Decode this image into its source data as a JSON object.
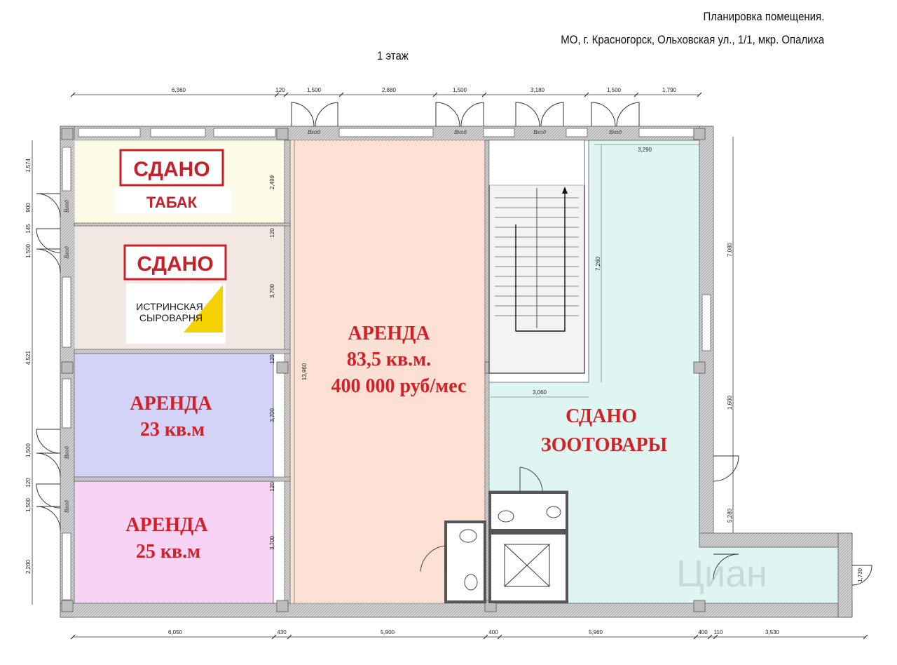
{
  "header": {
    "title_line1": "Планировка помещения.",
    "title_line2": "МО, г. Красногорск, Ольховская ул., 1/1, мкр. Опалиха",
    "floor": "1 этаж"
  },
  "dims_top": [
    "6,360",
    "120",
    "1,500",
    "2,880",
    "1,500",
    "3,180",
    "1,500",
    "1,790"
  ],
  "dims_bottom": [
    "6,050",
    "430",
    "5,900",
    "400",
    "5,960",
    "400",
    "110",
    "3,530"
  ],
  "dims_left": [
    "1,574",
    "900",
    "145",
    "1,500",
    "4,521",
    "1,500",
    "120",
    "1,500",
    "2,200"
  ],
  "dims_inner": {
    "d2499": "2,499",
    "d120a": "120",
    "d3700a": "3,700",
    "d120b": "120",
    "d3700b": "3,700",
    "d120c": "120",
    "d3700c": "3,700",
    "d13960": "13,960",
    "d3290": "3,290",
    "d7260": "7,260",
    "d3060": "3,060",
    "d7080": "7,080",
    "d1600": "1,600",
    "d5280": "5,280",
    "d1730": "1,730"
  },
  "entrance_label": "Вход",
  "rooms": {
    "tabak": {
      "status": "СДАНО",
      "tenant": "ТАБАК",
      "color": "#fbfbe8"
    },
    "cheese": {
      "status": "СДАНО",
      "logo_line1": "ИСТРИНСКАЯ",
      "logo_line2": "СЫРОВАРНЯ",
      "color": "#f1e8e3"
    },
    "rent23": {
      "line1": "АРЕНДА",
      "line2": "23 кв.м",
      "color": "#d3d3f7"
    },
    "rent25": {
      "line1": "АРЕНДА",
      "line2": "25 кв.м",
      "color": "#f7d3f6"
    },
    "rent83": {
      "line1": "АРЕНДА",
      "line2": "83,5 кв.м.",
      "line3": "400 000 руб/мес",
      "color": "#fbe0d3"
    },
    "zoo": {
      "line1": "СДАНО",
      "line2": "ЗООТОВАРЫ",
      "color": "#dff5f1"
    }
  },
  "watermark": "Циан"
}
